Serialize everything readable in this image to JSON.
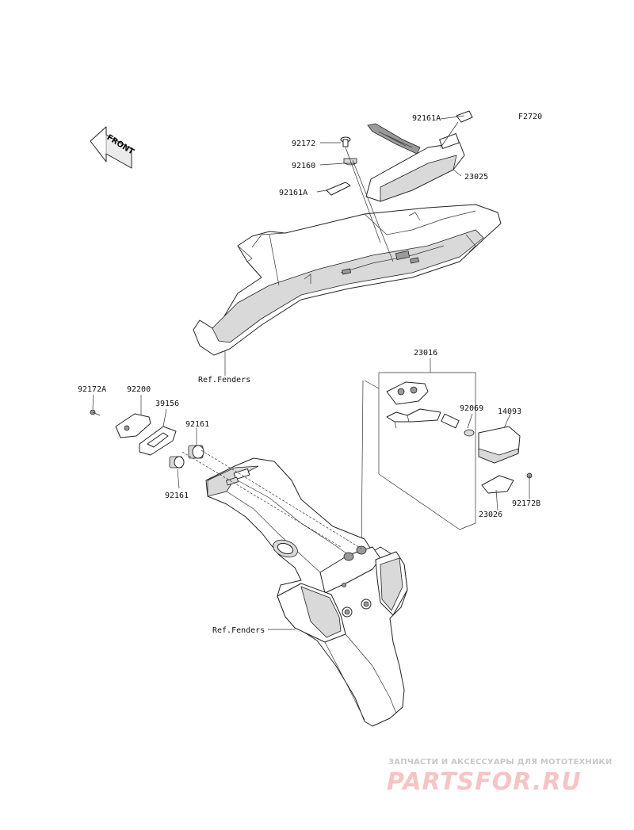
{
  "diagram": {
    "figure_code": "F2720",
    "direction_badge": "FRONT",
    "labels": {
      "p92161A_top": "92161A",
      "p92172": "92172",
      "p92160": "92160",
      "p23025": "23025",
      "p92161A_mid": "92161A",
      "ref_fenders_upper": "Ref.Fenders",
      "p23016": "23016",
      "p92172A": "92172A",
      "p92200": "92200",
      "p39156": "39156",
      "p92161_upper": "92161",
      "p92161_lower": "92161",
      "p92069": "92069",
      "p14093": "14093",
      "p92172B": "92172B",
      "p23026": "23026",
      "ref_fenders_lower": "Ref.Fenders"
    }
  },
  "watermark": {
    "tagline": "ЗАПЧАСТИ И АКСЕССУАРЫ ДЛЯ МОТОТЕХНИКИ",
    "brand": "PARTSFOR.RU"
  }
}
